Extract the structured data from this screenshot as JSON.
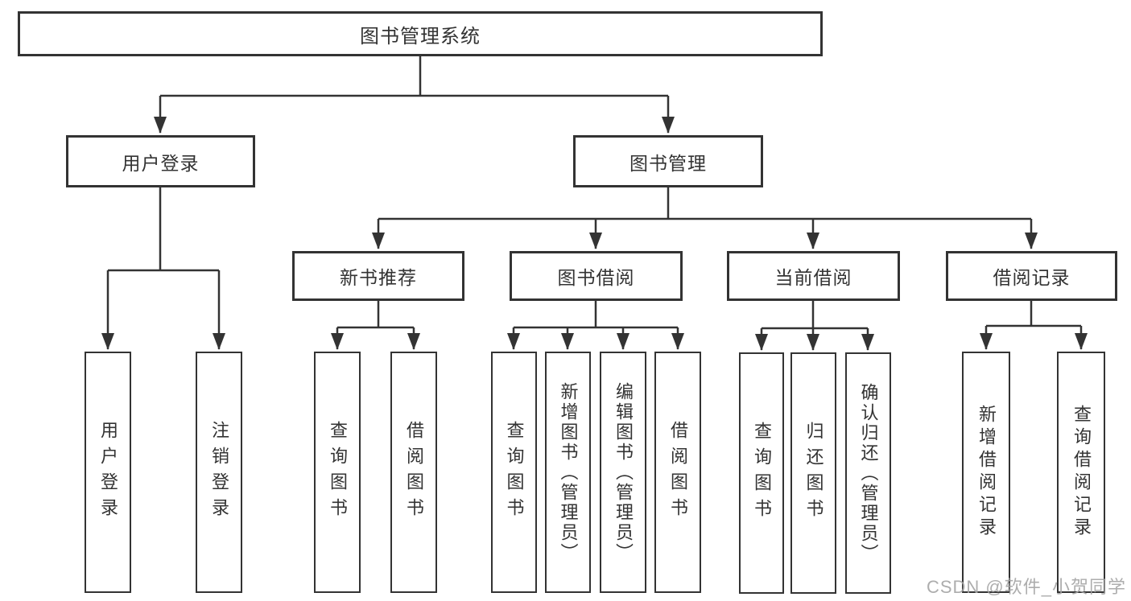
{
  "tree": {
    "root": {
      "label": "图书管理系统"
    },
    "branches": [
      {
        "label": "用户登录",
        "children": [
          "用户登录",
          "注销登录"
        ]
      },
      {
        "label": "图书管理",
        "groups": [
          {
            "label": "新书推荐",
            "children": [
              "查询图书",
              "借阅图书"
            ]
          },
          {
            "label": "图书借阅",
            "children": [
              "查询图书",
              "新增图书（管理员）",
              "编辑图书（管理员）",
              "借阅图书"
            ]
          },
          {
            "label": "当前借阅",
            "children": [
              "查询图书",
              "归还图书",
              "确认归还（管理员）"
            ]
          },
          {
            "label": "借阅记录",
            "children": [
              "新增借阅记录",
              "查询借阅记录"
            ]
          }
        ]
      }
    ]
  },
  "watermark": {
    "text": "CSDN @软件_小贺同学"
  },
  "colors": {
    "line": "#333333",
    "text": "#333333",
    "box_background": "#ffffff",
    "watermark": "#a4a4a4"
  }
}
